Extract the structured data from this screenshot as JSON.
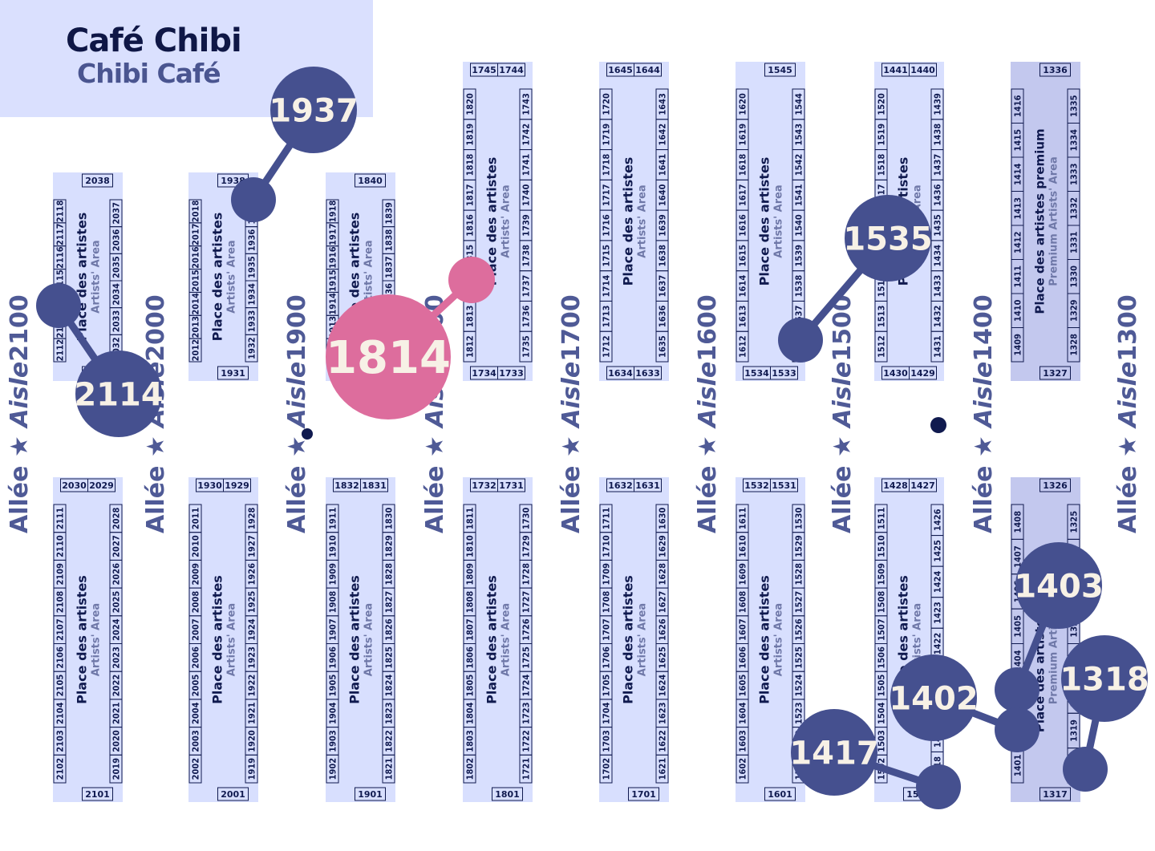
{
  "header": {
    "title": "Café Chibi",
    "subtitle": "Chibi Café"
  },
  "aisles": [
    {
      "prefix": "Allée ★ ",
      "word": "Aisle",
      "number": "2100"
    },
    {
      "prefix": "Allée ★ ",
      "word": "Aisle",
      "number": "2000"
    },
    {
      "prefix": "Allée ★ ",
      "word": "Aisle",
      "number": "1900"
    },
    {
      "prefix": "Allée ★ ",
      "word": "Aisle",
      "number": "1800"
    },
    {
      "prefix": "Allée ★ ",
      "word": "Aisle",
      "number": "1700"
    },
    {
      "prefix": "Allée ★ ",
      "word": "Aisle",
      "number": "1600"
    },
    {
      "prefix": "Allée ★ ",
      "word": "Aisle",
      "number": "1500"
    },
    {
      "prefix": "Allée ★ ",
      "word": "Aisle",
      "number": "1400"
    },
    {
      "prefix": "Allée ★ ",
      "word": "Aisle",
      "number": "1300"
    }
  ],
  "blocks": [
    {
      "id": "top-2100",
      "label": "Place des artistes",
      "sublabel": "Artists' Area",
      "premium": false,
      "top_label": [
        "2038"
      ],
      "bottom_label": [
        "2113"
      ],
      "left": [
        "2112",
        "2113",
        "2114",
        "2115",
        "2116",
        "2117",
        "2118"
      ],
      "right": [
        "2032",
        "2033",
        "2034",
        "2035",
        "2036",
        "2037"
      ]
    },
    {
      "id": "top-2000",
      "label": "Place des artistes",
      "sublabel": "Artists' Area",
      "premium": false,
      "top_label": [
        "1938"
      ],
      "bottom_label": [
        "1931"
      ],
      "left": [
        "2012",
        "2013",
        "2014",
        "2015",
        "2016",
        "2017",
        "2018"
      ],
      "right": [
        "1932",
        "1933",
        "1934",
        "1935",
        "1936",
        "1937"
      ]
    },
    {
      "id": "top-1900",
      "label": "Place des artistes",
      "sublabel": "Artists' Area",
      "premium": false,
      "top_label": [
        "1840"
      ],
      "bottom_label": [
        "1833"
      ],
      "left": [
        "1912",
        "1913",
        "1914",
        "1915",
        "1916",
        "1917",
        "1918"
      ],
      "right": [
        "1834",
        "1835",
        "1836",
        "1837",
        "1838",
        "1839"
      ]
    },
    {
      "id": "top-1800",
      "label": "Place des artistes",
      "sublabel": "Artists' Area",
      "premium": false,
      "top_label": [
        "1745",
        "1744"
      ],
      "bottom_label": [
        "1734",
        "1733"
      ],
      "left": [
        "1812",
        "1813",
        "1814",
        "1815",
        "1816",
        "1817",
        "1818",
        "1819",
        "1820"
      ],
      "right": [
        "1735",
        "1736",
        "1737",
        "1738",
        "1739",
        "1740",
        "1741",
        "1742",
        "1743"
      ]
    },
    {
      "id": "top-1700",
      "label": "Place des artistes",
      "sublabel": "Artists' Area",
      "premium": false,
      "top_label": [
        "1645",
        "1644"
      ],
      "bottom_label": [
        "1634",
        "1633"
      ],
      "left": [
        "1712",
        "1713",
        "1714",
        "1715",
        "1716",
        "1717",
        "1718",
        "1719",
        "1720"
      ],
      "right": [
        "1635",
        "1636",
        "1637",
        "1638",
        "1639",
        "1640",
        "1641",
        "1642",
        "1643"
      ]
    },
    {
      "id": "top-1600",
      "label": "Place des artistes",
      "sublabel": "Artists' Area",
      "premium": false,
      "top_label": [
        "1545"
      ],
      "bottom_label": [
        "1534",
        "1533"
      ],
      "left": [
        "1612",
        "1613",
        "1614",
        "1615",
        "1616",
        "1617",
        "1618",
        "1619",
        "1620"
      ],
      "right": [
        "1536",
        "1537",
        "1538",
        "1539",
        "1540",
        "1541",
        "1542",
        "1543",
        "1544"
      ]
    },
    {
      "id": "top-1500",
      "label": "Place des artistes",
      "sublabel": "Artists' Area",
      "premium": false,
      "top_label": [
        "1441",
        "1440"
      ],
      "bottom_label": [
        "1430",
        "1429"
      ],
      "left": [
        "1512",
        "1513",
        "1514",
        "1515",
        "1516",
        "1517",
        "1518",
        "1519",
        "1520"
      ],
      "right": [
        "1431",
        "1432",
        "1433",
        "1434",
        "1435",
        "1436",
        "1437",
        "1438",
        "1439"
      ]
    },
    {
      "id": "top-1400",
      "label": "Place des artistes premium",
      "sublabel": "Premium Artists' Area",
      "premium": true,
      "top_label": [
        "1336"
      ],
      "bottom_label": [
        "1327"
      ],
      "left": [
        "1409",
        "1410",
        "1411",
        "1412",
        "1413",
        "1414",
        "1415",
        "1416"
      ],
      "right": [
        "1328",
        "1329",
        "1330",
        "1331",
        "1332",
        "1333",
        "1334",
        "1335"
      ]
    },
    {
      "id": "bot-2100",
      "label": "Place des artistes",
      "sublabel": "Artists' Area",
      "premium": false,
      "top_label": [
        "2030",
        "2029"
      ],
      "bottom_label": [
        "2101"
      ],
      "left": [
        "2102",
        "2103",
        "2104",
        "2105",
        "2106",
        "2107",
        "2108",
        "2109",
        "2110",
        "2111"
      ],
      "right": [
        "2019",
        "2020",
        "2021",
        "2022",
        "2023",
        "2024",
        "2025",
        "2026",
        "2027",
        "2028"
      ]
    },
    {
      "id": "bot-2000",
      "label": "Place des artistes",
      "sublabel": "Artists' Area",
      "premium": false,
      "top_label": [
        "1930",
        "1929"
      ],
      "bottom_label": [
        "2001"
      ],
      "left": [
        "2002",
        "2003",
        "2004",
        "2005",
        "2006",
        "2007",
        "2008",
        "2009",
        "2010",
        "2011"
      ],
      "right": [
        "1919",
        "1920",
        "1921",
        "1922",
        "1923",
        "1924",
        "1925",
        "1926",
        "1927",
        "1928"
      ]
    },
    {
      "id": "bot-1900",
      "label": "Place des artistes",
      "sublabel": "Artists' Area",
      "premium": false,
      "top_label": [
        "1832",
        "1831"
      ],
      "bottom_label": [
        "1901"
      ],
      "left": [
        "1902",
        "1903",
        "1904",
        "1905",
        "1906",
        "1907",
        "1908",
        "1909",
        "1910",
        "1911"
      ],
      "right": [
        "1821",
        "1822",
        "1823",
        "1824",
        "1825",
        "1826",
        "1827",
        "1828",
        "1829",
        "1830"
      ]
    },
    {
      "id": "bot-1800",
      "label": "Place des artistes",
      "sublabel": "Artists' Area",
      "premium": false,
      "top_label": [
        "1732",
        "1731"
      ],
      "bottom_label": [
        "1801"
      ],
      "left": [
        "1802",
        "1803",
        "1804",
        "1805",
        "1806",
        "1807",
        "1808",
        "1809",
        "1810",
        "1811"
      ],
      "right": [
        "1721",
        "1722",
        "1723",
        "1724",
        "1725",
        "1726",
        "1727",
        "1728",
        "1729",
        "1730"
      ]
    },
    {
      "id": "bot-1700",
      "label": "Place des artistes",
      "sublabel": "Artists' Area",
      "premium": false,
      "top_label": [
        "1632",
        "1631"
      ],
      "bottom_label": [
        "1701"
      ],
      "left": [
        "1702",
        "1703",
        "1704",
        "1705",
        "1706",
        "1707",
        "1708",
        "1709",
        "1710",
        "1711"
      ],
      "right": [
        "1621",
        "1622",
        "1623",
        "1624",
        "1625",
        "1626",
        "1627",
        "1628",
        "1629",
        "1630"
      ]
    },
    {
      "id": "bot-1600",
      "label": "Place des artistes",
      "sublabel": "Artists' Area",
      "premium": false,
      "top_label": [
        "1532",
        "1531"
      ],
      "bottom_label": [
        "1601"
      ],
      "left": [
        "1602",
        "1603",
        "1604",
        "1605",
        "1606",
        "1607",
        "1608",
        "1609",
        "1610",
        "1611"
      ],
      "right": [
        "1521",
        "1522",
        "1523",
        "1524",
        "1525",
        "1526",
        "1527",
        "1528",
        "1529",
        "1530"
      ]
    },
    {
      "id": "bot-1500",
      "label": "Place des artistes",
      "sublabel": "Artists' Area",
      "premium": false,
      "top_label": [
        "1428",
        "1427"
      ],
      "bottom_label": [
        "1501"
      ],
      "left": [
        "1502",
        "1503",
        "1504",
        "1505",
        "1506",
        "1507",
        "1508",
        "1509",
        "1510",
        "1511"
      ],
      "right": [
        "1418",
        "1419",
        "1420",
        "1421",
        "1422",
        "1423",
        "1424",
        "1425",
        "1426"
      ]
    },
    {
      "id": "bot-1400",
      "label": "Place des artistes premium",
      "sublabel": "Premium Artists' Area",
      "premium": true,
      "top_label": [
        "1326"
      ],
      "bottom_label": [
        "1317"
      ],
      "left": [
        "1401",
        "1402",
        "1403",
        "1404",
        "1405",
        "1406",
        "1407",
        "1408"
      ],
      "right": [
        "1318",
        "1319",
        "1320",
        "1321",
        "1322",
        "1323",
        "1324",
        "1325"
      ]
    }
  ],
  "markers": [
    {
      "label": "2114",
      "color": "#45508f"
    },
    {
      "label": "1937",
      "color": "#45508f"
    },
    {
      "label": "1814",
      "color": "#dd6d9d"
    },
    {
      "label": "1535",
      "color": "#45508f"
    },
    {
      "label": "1403",
      "color": "#45508f"
    },
    {
      "label": "1318",
      "color": "#45508f"
    },
    {
      "label": "1402",
      "color": "#45508f"
    },
    {
      "label": "1417",
      "color": "#45508f"
    }
  ],
  "colors": {
    "block_fill": "#d8dffe",
    "premium_fill": "#c3c8ee",
    "header_fill": "#dae0fe",
    "aisle_text": "#4f5a96",
    "dark": "#101a4f"
  }
}
